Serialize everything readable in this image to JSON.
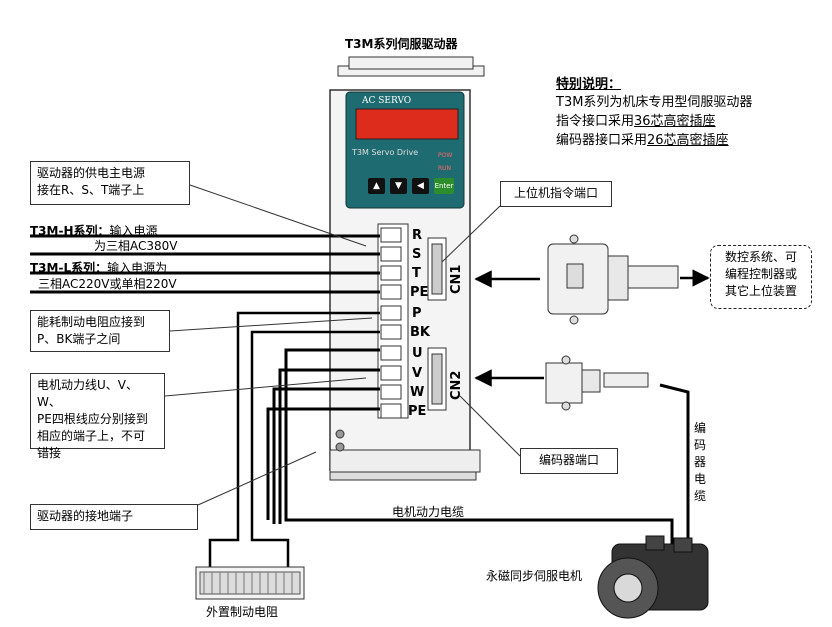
{
  "drive_title": "T3M系列伺服驱动器",
  "panel": {
    "brand": "AC SERVO",
    "model": "T3M Servo Drive",
    "led_pow": "POW",
    "led_run": "RUN",
    "buttons": [
      "▲",
      "▼",
      "◀",
      "Enter"
    ]
  },
  "note": {
    "heading": "特别说明：",
    "line1": "T3M系列为机床专用型伺服驱动器",
    "line2_prefix": "指令接口采用",
    "line2_emph": "36芯高密插座",
    "line3_prefix": "编码器接口采用",
    "line3_emph": "26芯高密插座"
  },
  "power_box": {
    "line1": "驱动器的供电主电源",
    "line2": "接在R、S、T端子上"
  },
  "host_port_label": "上位机指令端口",
  "t3m_h": {
    "series": "T3M-H系列：",
    "text1": "输入电源",
    "text2": "为三相AC380V"
  },
  "t3m_l": {
    "series": "T3M-L系列：",
    "text1": "输入电源为",
    "text2": "三相AC220V或单相220V"
  },
  "brake_box": {
    "line1": "能耗制动电阻应接到",
    "line2": "P、BK端子之间"
  },
  "motor_wire_box": {
    "line1": "电机动力线U、V、W、",
    "line2": "PE四根线应分别接到",
    "line3": "相应的端子上，不可",
    "line4": "错接"
  },
  "ground_box": "驱动器的接地端子",
  "encoder_port_label": "编码器端口",
  "cnc_box": {
    "line1": "数控系统、可",
    "line2": "编程控制器或",
    "line3": "其它上位装置"
  },
  "encoder_cable_label": [
    "编",
    "码",
    "器",
    "电",
    "缆"
  ],
  "motor_cable_label": "电机动力电缆",
  "motor_label": "永磁同步伺服电机",
  "resistor_label": "外置制动电阻",
  "terminals": [
    "R",
    "S",
    "T",
    "PE",
    "P",
    "BK",
    "U",
    "V",
    "W",
    "PE"
  ],
  "connectors": [
    "CN1",
    "CN2"
  ]
}
